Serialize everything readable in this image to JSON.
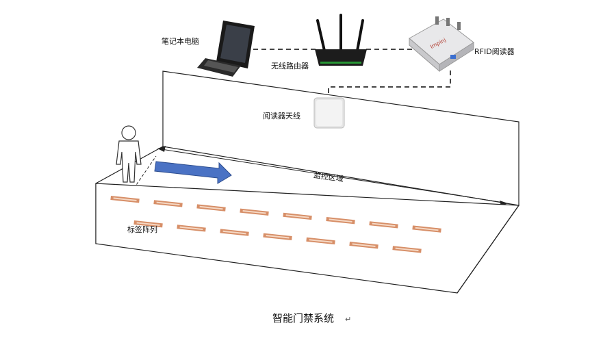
{
  "labels": {
    "laptop": "笔记本电脑",
    "router": "无线路由器",
    "rfid_reader": "RFID阅读器",
    "antenna": "阅读器天线",
    "monitor_zone": "监控区域",
    "tag_array": "标签阵列"
  },
  "caption": "智能门禁系统",
  "reader_brand": "Impinj",
  "colors": {
    "arrow": "#4a72c4",
    "arrow_stroke": "#2f4f8f",
    "tag": "#c96a35",
    "line": "#222222",
    "dashed": "#444444"
  }
}
